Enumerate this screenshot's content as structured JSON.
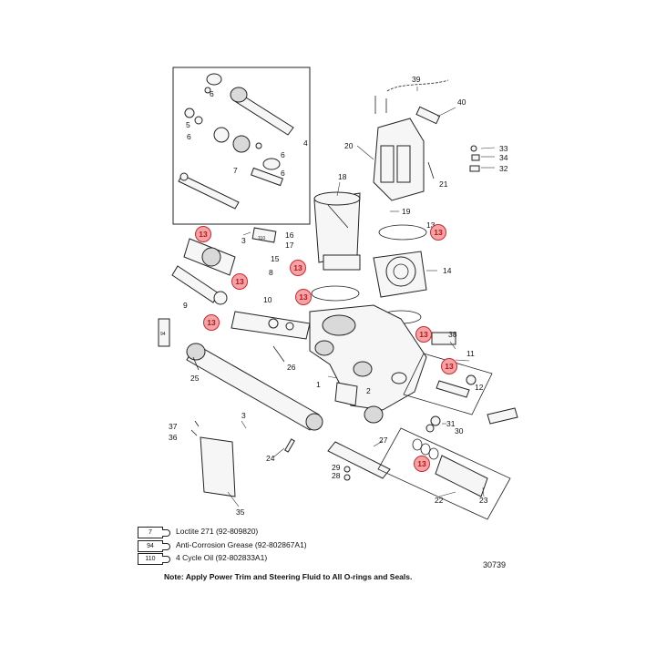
{
  "colors": {
    "callout_fill": "#f3a4a6",
    "callout_stroke": "#d2262c",
    "line": "#222222"
  },
  "part_numbers": [
    "39",
    "40",
    "33",
    "34",
    "32",
    "20",
    "21",
    "4",
    "6",
    "5",
    "6",
    "7",
    "6",
    "6",
    "18",
    "19",
    "3",
    "16",
    "17",
    "15",
    "8",
    "13",
    "14",
    "9",
    "10",
    "38",
    "11",
    "12",
    "25",
    "26",
    "1",
    "2",
    "3",
    "31",
    "30",
    "37",
    "36",
    "27",
    "29",
    "28",
    "24",
    "35",
    "22",
    "23"
  ],
  "callouts": [
    "13",
    "13",
    "13",
    "13",
    "13",
    "13",
    "13",
    "13"
  ],
  "legend": [
    {
      "symbol": "7",
      "text": "Loctite 271 (92-809820)"
    },
    {
      "symbol": "94",
      "text": "Anti-Corrosion Grease (92-802867A1)"
    },
    {
      "symbol": "110",
      "text": "4 Cycle Oil (92-802833A1)"
    }
  ],
  "note": "Note: Apply Power Trim and Steering Fluid to All O-rings and Seals.",
  "drawing_number": "30739",
  "tube_labels": [
    "110",
    "94"
  ]
}
